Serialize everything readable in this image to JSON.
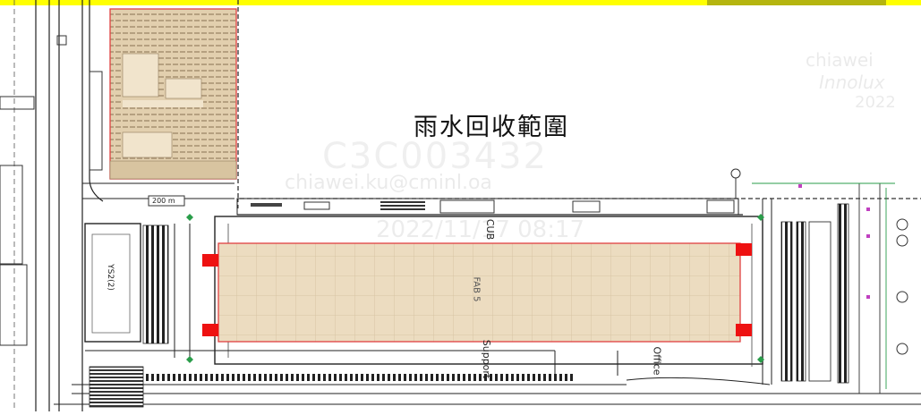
{
  "drawing": {
    "title": "雨水回收範圍",
    "fab_label": "FAB 5",
    "support_label": "Support",
    "office_label": "Office",
    "cub_label": "CUB",
    "scale_label": "200 m",
    "side_label": "YS2(2)"
  },
  "watermark": {
    "email": "chiawei.ku@cminl.oa",
    "code": "C3C003432",
    "date": "2022/11/17 08:17",
    "brand": "Innolux",
    "year": "2022",
    "user": "chiawei"
  },
  "colors": {
    "highlight_fill": "#e7d6b8",
    "highlight_border": "#e04040",
    "marker": "#ee1111",
    "top_bar": "#ffff00",
    "line": "#222222"
  }
}
